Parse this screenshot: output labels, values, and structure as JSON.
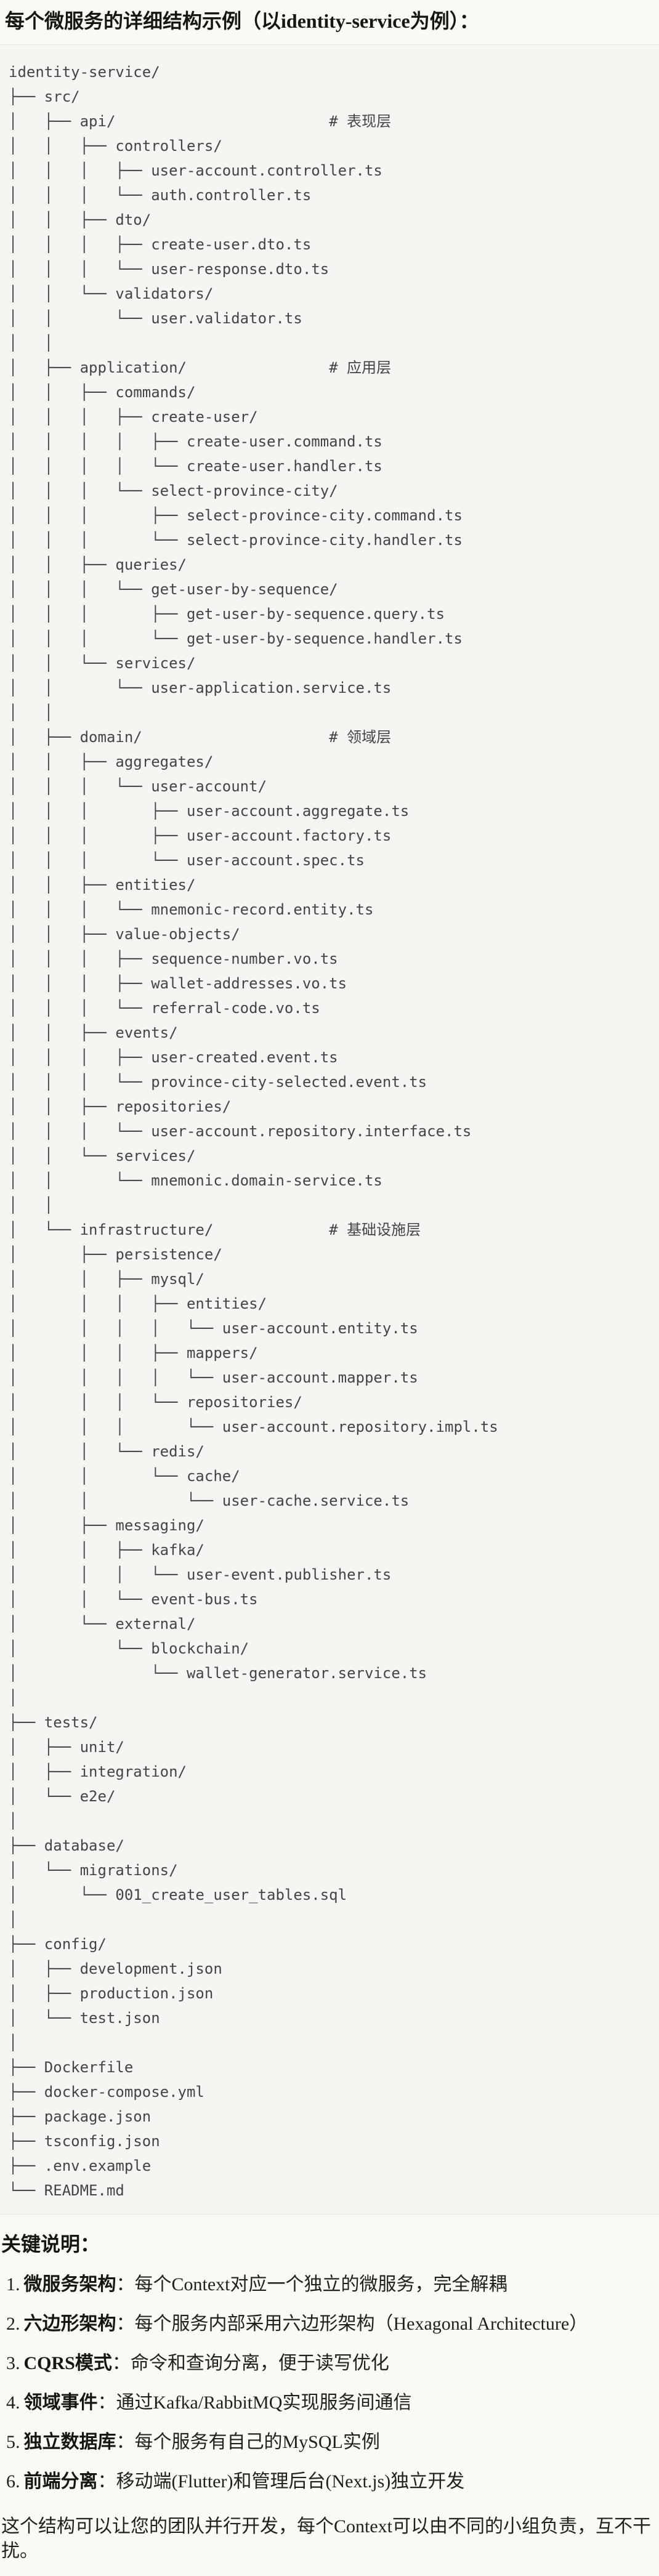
{
  "title": "每个微服务的详细结构示例（以identity-service为例）：",
  "colors": {
    "page_bg": "#FAF9F5",
    "code_bg": "#F6F5F1",
    "code_border": "#E6E3DB",
    "code_text": "#40454A",
    "text": "#16150F"
  },
  "file_tree": {
    "lines": [
      "identity-service/",
      "├── src/",
      "│   ├── api/                        # 表现层",
      "│   │   ├── controllers/",
      "│   │   │   ├── user-account.controller.ts",
      "│   │   │   └── auth.controller.ts",
      "│   │   ├── dto/",
      "│   │   │   ├── create-user.dto.ts",
      "│   │   │   └── user-response.dto.ts",
      "│   │   └── validators/",
      "│   │       └── user.validator.ts",
      "│   │",
      "│   ├── application/                # 应用层",
      "│   │   ├── commands/",
      "│   │   │   ├── create-user/",
      "│   │   │   │   ├── create-user.command.ts",
      "│   │   │   │   └── create-user.handler.ts",
      "│   │   │   └── select-province-city/",
      "│   │   │       ├── select-province-city.command.ts",
      "│   │   │       └── select-province-city.handler.ts",
      "│   │   ├── queries/",
      "│   │   │   └── get-user-by-sequence/",
      "│   │   │       ├── get-user-by-sequence.query.ts",
      "│   │   │       └── get-user-by-sequence.handler.ts",
      "│   │   └── services/",
      "│   │       └── user-application.service.ts",
      "│   │",
      "│   ├── domain/                     # 领域层",
      "│   │   ├── aggregates/",
      "│   │   │   └── user-account/",
      "│   │   │       ├── user-account.aggregate.ts",
      "│   │   │       ├── user-account.factory.ts",
      "│   │   │       └── user-account.spec.ts",
      "│   │   ├── entities/",
      "│   │   │   └── mnemonic-record.entity.ts",
      "│   │   ├── value-objects/",
      "│   │   │   ├── sequence-number.vo.ts",
      "│   │   │   ├── wallet-addresses.vo.ts",
      "│   │   │   └── referral-code.vo.ts",
      "│   │   ├── events/",
      "│   │   │   ├── user-created.event.ts",
      "│   │   │   └── province-city-selected.event.ts",
      "│   │   ├── repositories/",
      "│   │   │   └── user-account.repository.interface.ts",
      "│   │   └── services/",
      "│   │       └── mnemonic.domain-service.ts",
      "│   │",
      "│   └── infrastructure/             # 基础设施层",
      "│       ├── persistence/",
      "│       │   ├── mysql/",
      "│       │   │   ├── entities/",
      "│       │   │   │   └── user-account.entity.ts",
      "│       │   │   ├── mappers/",
      "│       │   │   │   └── user-account.mapper.ts",
      "│       │   │   └── repositories/",
      "│       │   │       └── user-account.repository.impl.ts",
      "│       │   └── redis/",
      "│       │       └── cache/",
      "│       │           └── user-cache.service.ts",
      "│       ├── messaging/",
      "│       │   ├── kafka/",
      "│       │   │   └── user-event.publisher.ts",
      "│       │   └── event-bus.ts",
      "│       └── external/",
      "│           └── blockchain/",
      "│               └── wallet-generator.service.ts",
      "│",
      "├── tests/",
      "│   ├── unit/",
      "│   ├── integration/",
      "│   └── e2e/",
      "│",
      "├── database/",
      "│   └── migrations/",
      "│       └── 001_create_user_tables.sql",
      "│",
      "├── config/",
      "│   ├── development.json",
      "│   ├── production.json",
      "│   └── test.json",
      "│",
      "├── Dockerfile",
      "├── docker-compose.yml",
      "├── package.json",
      "├── tsconfig.json",
      "├── .env.example",
      "└── README.md"
    ]
  },
  "notes": {
    "heading": "关键说明：",
    "items": [
      {
        "num": "1.",
        "term": "微服务架构",
        "desc": "：每个Context对应一个独立的微服务，完全解耦"
      },
      {
        "num": "2.",
        "term": "六边形架构",
        "desc": "：每个服务内部采用六边形架构（Hexagonal Architecture）"
      },
      {
        "num": "3.",
        "term": "CQRS模式",
        "desc": "：命令和查询分离，便于读写优化"
      },
      {
        "num": "4.",
        "term": "领域事件",
        "desc": "：通过Kafka/RabbitMQ实现服务间通信"
      },
      {
        "num": "5.",
        "term": "独立数据库",
        "desc": "：每个服务有自己的MySQL实例"
      },
      {
        "num": "6.",
        "term": "前端分离",
        "desc": "：移动端(Flutter)和管理后台(Next.js)独立开发"
      }
    ],
    "footer": "这个结构可以让您的团队并行开发，每个Context可以由不同的小组负责，互不干扰。"
  }
}
